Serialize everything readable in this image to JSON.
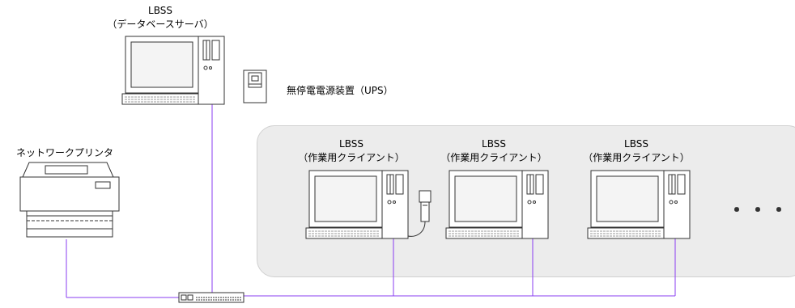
{
  "server": {
    "line1": "LBSS",
    "line2": "（データベースサーバ）"
  },
  "ups": {
    "label": "無停電電源装置（UPS）"
  },
  "printer": {
    "label": "ネットワークプリンタ"
  },
  "clients": [
    {
      "line1": "LBSS",
      "line2": "（作業用クライアント）"
    },
    {
      "line1": "LBSS",
      "line2": "（作業用クライアント）"
    },
    {
      "line1": "LBSS",
      "line2": "（作業用クライアント）"
    }
  ],
  "more_indicator": "・・・",
  "colors": {
    "cable": "#8a3df2",
    "device_stroke": "#333333",
    "client_area": "#ececec"
  }
}
